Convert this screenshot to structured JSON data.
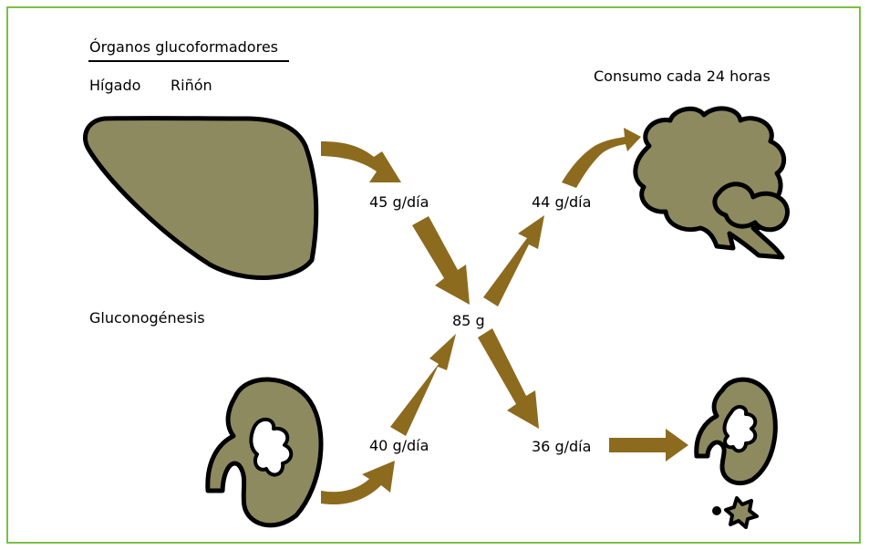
{
  "labels": {
    "organs_title": "Órganos glucoformadores",
    "liver": "Hígado",
    "kidney": "Riñón",
    "consumption": "Consumo cada 24 horas",
    "process": "Gluconogénesis",
    "liver_rate": "45 g/día",
    "kidney_rate": "40 g/día",
    "total": "85 g",
    "brain_rate": "44 g/día",
    "other_rate": "36 g/día"
  },
  "colors": {
    "organ_fill": "#8e8a60",
    "arrow": "#8c6a1e",
    "border": "#7ac143"
  }
}
